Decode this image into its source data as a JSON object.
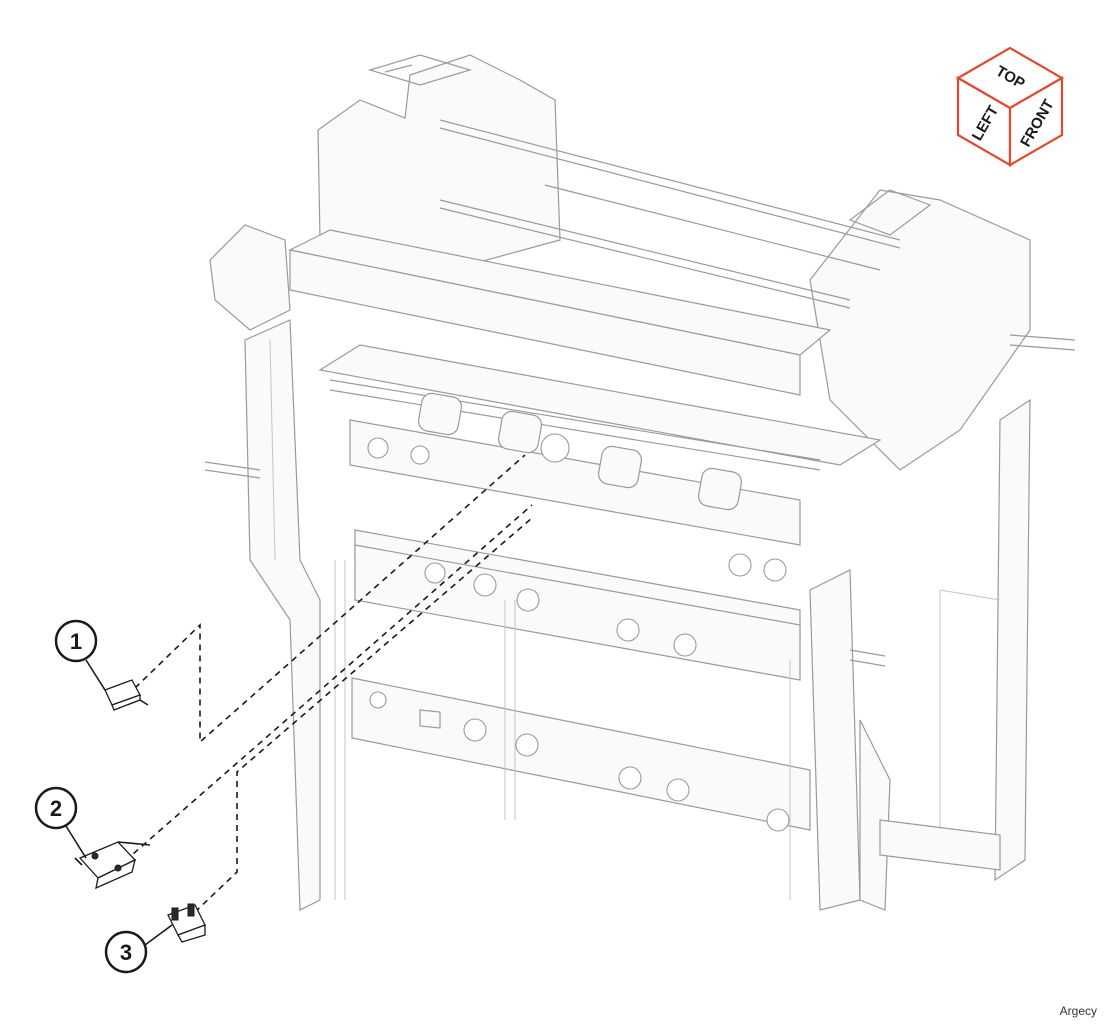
{
  "orientation_cube": {
    "top": "TOP",
    "left": "LEFT",
    "front": "FRONT",
    "color": "#e04a2f"
  },
  "callouts": [
    {
      "number": "1",
      "part": "sensor-small"
    },
    {
      "number": "2",
      "part": "microswitch"
    },
    {
      "number": "3",
      "part": "photo-interrupter"
    }
  ],
  "watermark": "Argecy"
}
